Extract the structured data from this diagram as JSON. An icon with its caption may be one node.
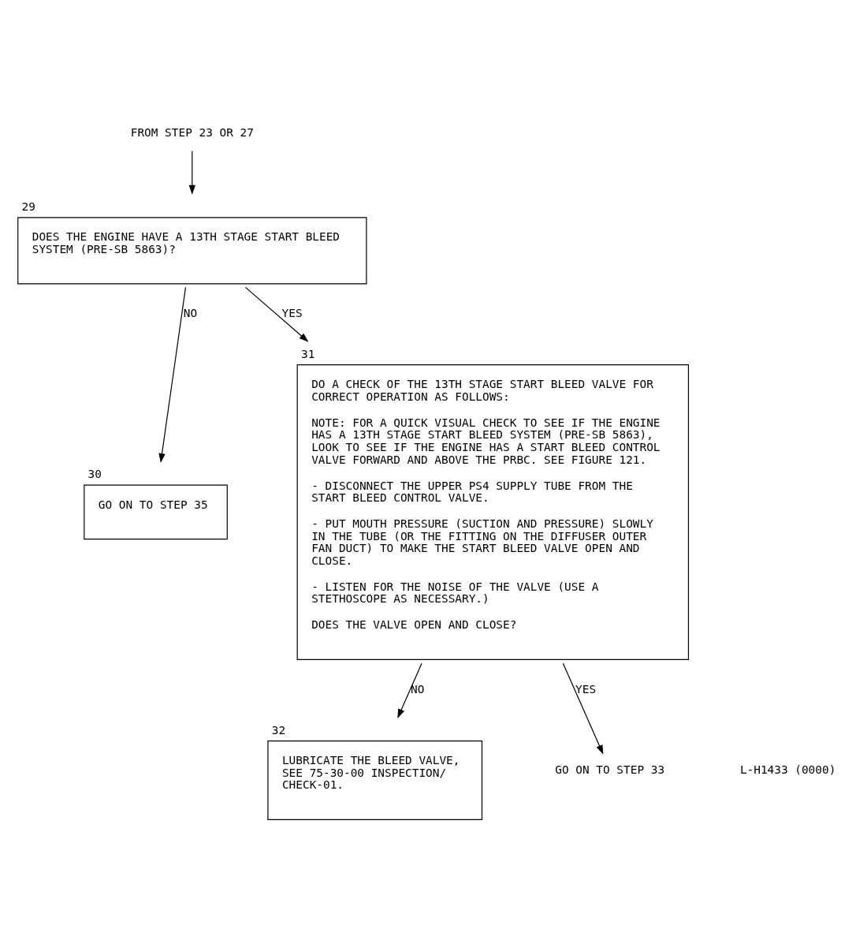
{
  "diagram": {
    "nodes": [
      {
        "text": [
          "FROM STEP 23 OR 27"
        ]
      },
      {
        "text": [
          "29",
          "DOES THE ENGINE HAVE A 13TH STAGE START BLEED SYSTEM (PRE-SB 5863)?"
        ]
      },
      {
        "text": [
          "30",
          "GO ON TO STEP 35"
        ]
      },
      {
        "text": [
          "31",
          "DO A CHECK OF THE 13TH STAGE START BLEED VALVE FOR CORRECT OPERATION AS FOLLOWS:",
          "NOTE: FOR A QUICK VISUAL CHECK TO SEE IF THE ENGINE HAS A 13TH STAGE START BLEED SYSTEM (PRE-SB 5863), LOOK TO SEE IF THE ENGINE HAS A START BLEED CONTROL VALVE FORWARD AND ABOVE THE PRBC. SEE FIGURE 121.",
          "- DISCONNECT THE UPPER PS4 SUPPLY TUBE FROM THE START BLEED CONTROL VALVE.",
          "- PUT MOUTH PRESSURE (SUCTION AND PRESSURE) SLOWLY IN THE TUBE (OR THE FITTING ON THE DIFFUSER OUTER FAN DUCT) TO MAKE THE START BLEED VALVE OPEN AND CLOSE.",
          "- LISTEN FOR THE NOISE OF THE VALVE (USE A STETHOSCOPE AS NECESSARY.)",
          "DOES THE VALVE OPEN AND CLOSE?"
        ]
      },
      {
        "text": [
          "32",
          "LUBRICATE THE BLEED VALVE, SEE 75-30-00 INSPECTION/ CHECK-01."
        ]
      },
      {
        "text": [
          "GO ON TO STEP 33"
        ]
      }
    ],
    "edges": [
      {
        "from": 0,
        "to": 1,
        "arrow": "to"
      },
      {
        "from": 1,
        "to": 3,
        "arrow": "to",
        "label": "YES"
      },
      {
        "from": 1,
        "to": 2,
        "arrow": "to",
        "label": "NO"
      },
      {
        "from": 3,
        "to": 5,
        "arrow": "to",
        "label": "YES"
      },
      {
        "from": 3,
        "to": 4,
        "arrow": "to",
        "label": "NO"
      }
    ],
    "labels": [
      "L-H1433 (0000)"
    ]
  }
}
